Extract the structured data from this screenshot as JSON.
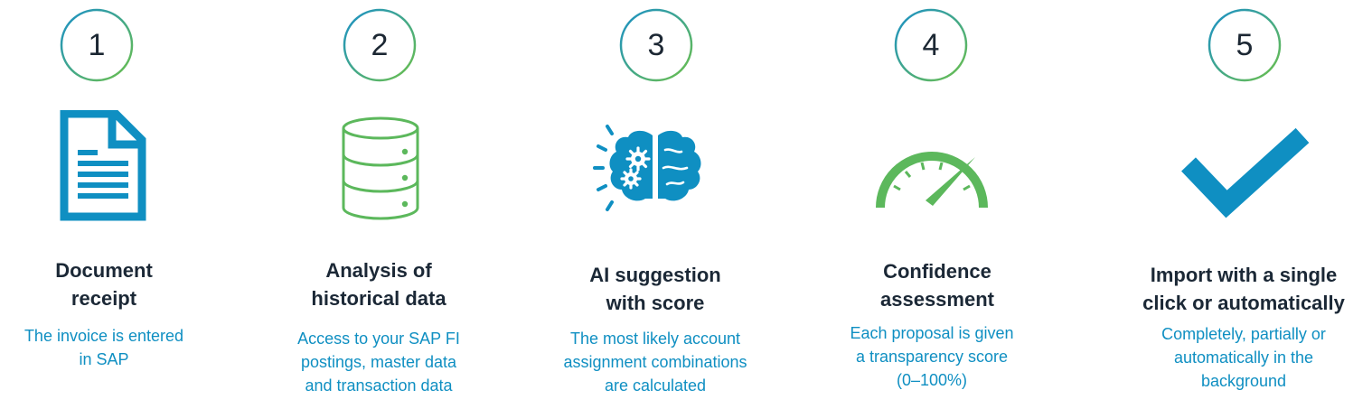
{
  "colors": {
    "blue": "#0f8fc2",
    "green": "#5cb85c",
    "title": "#1b2836"
  },
  "steps": [
    {
      "number": "1",
      "icon": "document-icon",
      "title": "Document\nreceipt",
      "description": "The invoice is entered\nin SAP"
    },
    {
      "number": "2",
      "icon": "database-icon",
      "title": "Analysis of\nhistorical data",
      "description": "Access to your SAP FI\npostings, master data\nand transaction data"
    },
    {
      "number": "3",
      "icon": "ai-brain-icon",
      "title": "AI suggestion\nwith score",
      "description": "The most likely account\nassignment combinations\nare calculated"
    },
    {
      "number": "4",
      "icon": "speedometer-icon",
      "title": "Confidence\nassessment",
      "description": "Each proposal is given\na transparency score\n(0–100%)"
    },
    {
      "number": "5",
      "icon": "checkmark-icon",
      "title": "Import with a single\nclick or automatically",
      "description": "Completely, partially or\nautomatically in the\nbackground"
    }
  ]
}
